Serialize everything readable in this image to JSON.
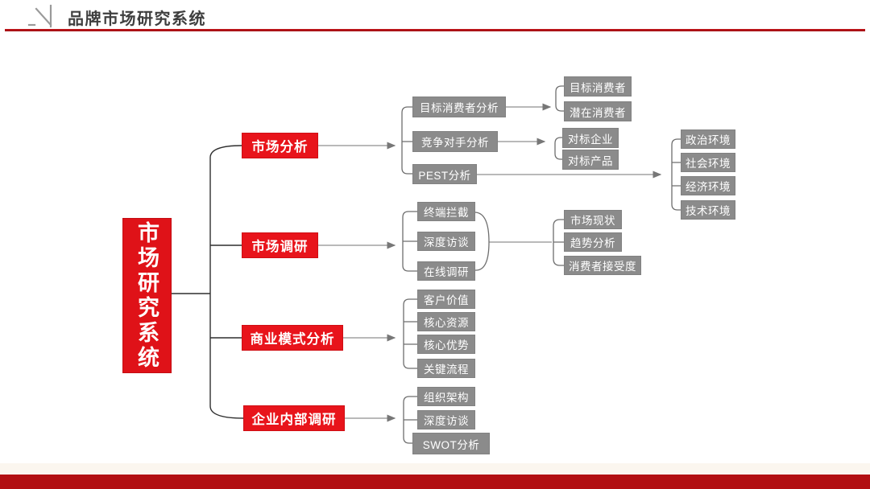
{
  "header": {
    "title": "品牌市场研究系统"
  },
  "icons": {
    "logo": "brand-logo-mark"
  },
  "colors": {
    "accent_red": "#e8141b",
    "root_red": "#df1218",
    "box_gray": "#8b8b8b",
    "header_line_red": "#ab1014",
    "footer_bar_red": "#b20f12",
    "title_text": "#3f3f3f",
    "connector_dark": "#2f2f2f",
    "connector_gray": "#8f8f8f"
  },
  "tree": {
    "root": {
      "label": "市场研究系统"
    },
    "branches": [
      {
        "label": "市场分析",
        "children": [
          {
            "label": "目标消费者分析",
            "children": [
              {
                "label": "目标消费者"
              },
              {
                "label": "潜在消费者"
              }
            ]
          },
          {
            "label": "竞争对手分析",
            "children": [
              {
                "label": "对标企业"
              },
              {
                "label": "对标产品"
              }
            ]
          },
          {
            "label": "PEST分析",
            "children": [
              {
                "label": "政治环境"
              },
              {
                "label": "社会环境"
              },
              {
                "label": "经济环境"
              },
              {
                "label": "技术环境"
              }
            ]
          }
        ]
      },
      {
        "label": "市场调研",
        "children": [
          {
            "label": "终端拦截"
          },
          {
            "label": "深度访谈"
          },
          {
            "label": "在线调研"
          }
        ],
        "outcomes": [
          {
            "label": "市场现状"
          },
          {
            "label": "趋势分析"
          },
          {
            "label": "消费者接受度"
          }
        ]
      },
      {
        "label": "商业模式分析",
        "children": [
          {
            "label": "客户价值"
          },
          {
            "label": "核心资源"
          },
          {
            "label": "核心优势"
          },
          {
            "label": "关键流程"
          }
        ]
      },
      {
        "label": "企业内部调研",
        "children": [
          {
            "label": "组织架构"
          },
          {
            "label": "深度访谈"
          },
          {
            "label": "SWOT分析"
          }
        ]
      }
    ]
  }
}
